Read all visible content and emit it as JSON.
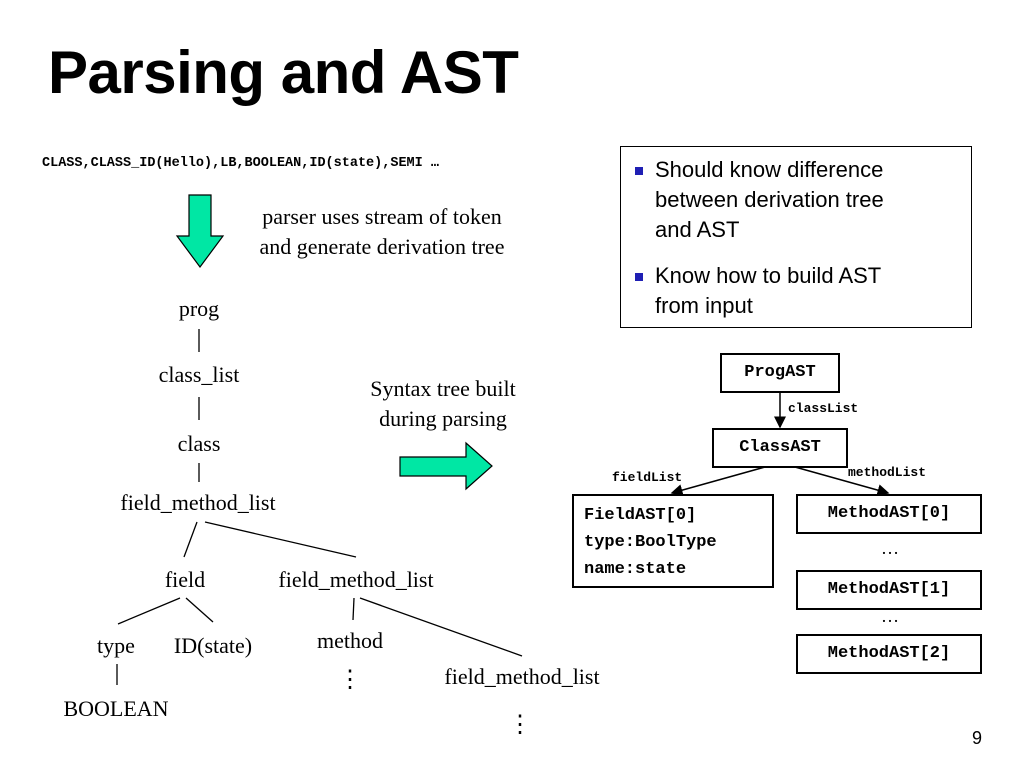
{
  "title": "Parsing and AST",
  "token_stream": "CLASS,CLASS_ID(Hello),LB,BOOLEAN,ID(state),SEMI …",
  "parser_caption": [
    "parser uses stream of token",
    "and generate derivation tree"
  ],
  "syntax_caption": [
    "Syntax tree built",
    "during parsing"
  ],
  "notes": [
    [
      "Should know difference",
      "between derivation tree",
      "and AST"
    ],
    [
      "Know how to build AST",
      "from input"
    ]
  ],
  "derivation_tree": {
    "prog": "prog",
    "class_list": "class_list",
    "class": "class",
    "field_method_list": "field_method_list",
    "field": "field",
    "field_method_list_2": "field_method_list",
    "type": "type",
    "id_state": "ID(state)",
    "method": "method",
    "field_method_list_3": "field_method_list",
    "boolean": "BOOLEAN",
    "ellipsis": "⋮"
  },
  "ast": {
    "prog": "ProgAST",
    "class_list_label": "classList",
    "class": "ClassAST",
    "field_list_label": "fieldList",
    "method_list_label": "methodList",
    "field_ast": [
      "FieldAST[0]",
      "type:BoolType",
      "name:state"
    ],
    "method0": "MethodAST[0]",
    "method1": "MethodAST[1]",
    "method2": "MethodAST[2]",
    "ellipsis": "…"
  },
  "colors": {
    "arrow_fill": "#00e7a4",
    "bullet": "#1f1fb4"
  },
  "page_number": "9"
}
